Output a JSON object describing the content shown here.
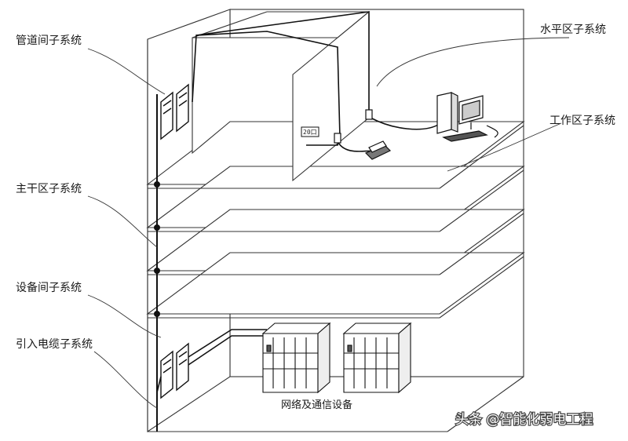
{
  "labels": {
    "pipe_room": "管道间子系统",
    "horizontal": "水平区子系统",
    "work_area": "工作区子系统",
    "backbone": "主干区子系统",
    "equipment_room": "设备间子系统",
    "cable_entry": "引入电缆子系统",
    "network_equipment": "网络及通信设备",
    "outlet_tag": "20口"
  },
  "watermark": {
    "text": "头条 @智能化弱电工程"
  }
}
